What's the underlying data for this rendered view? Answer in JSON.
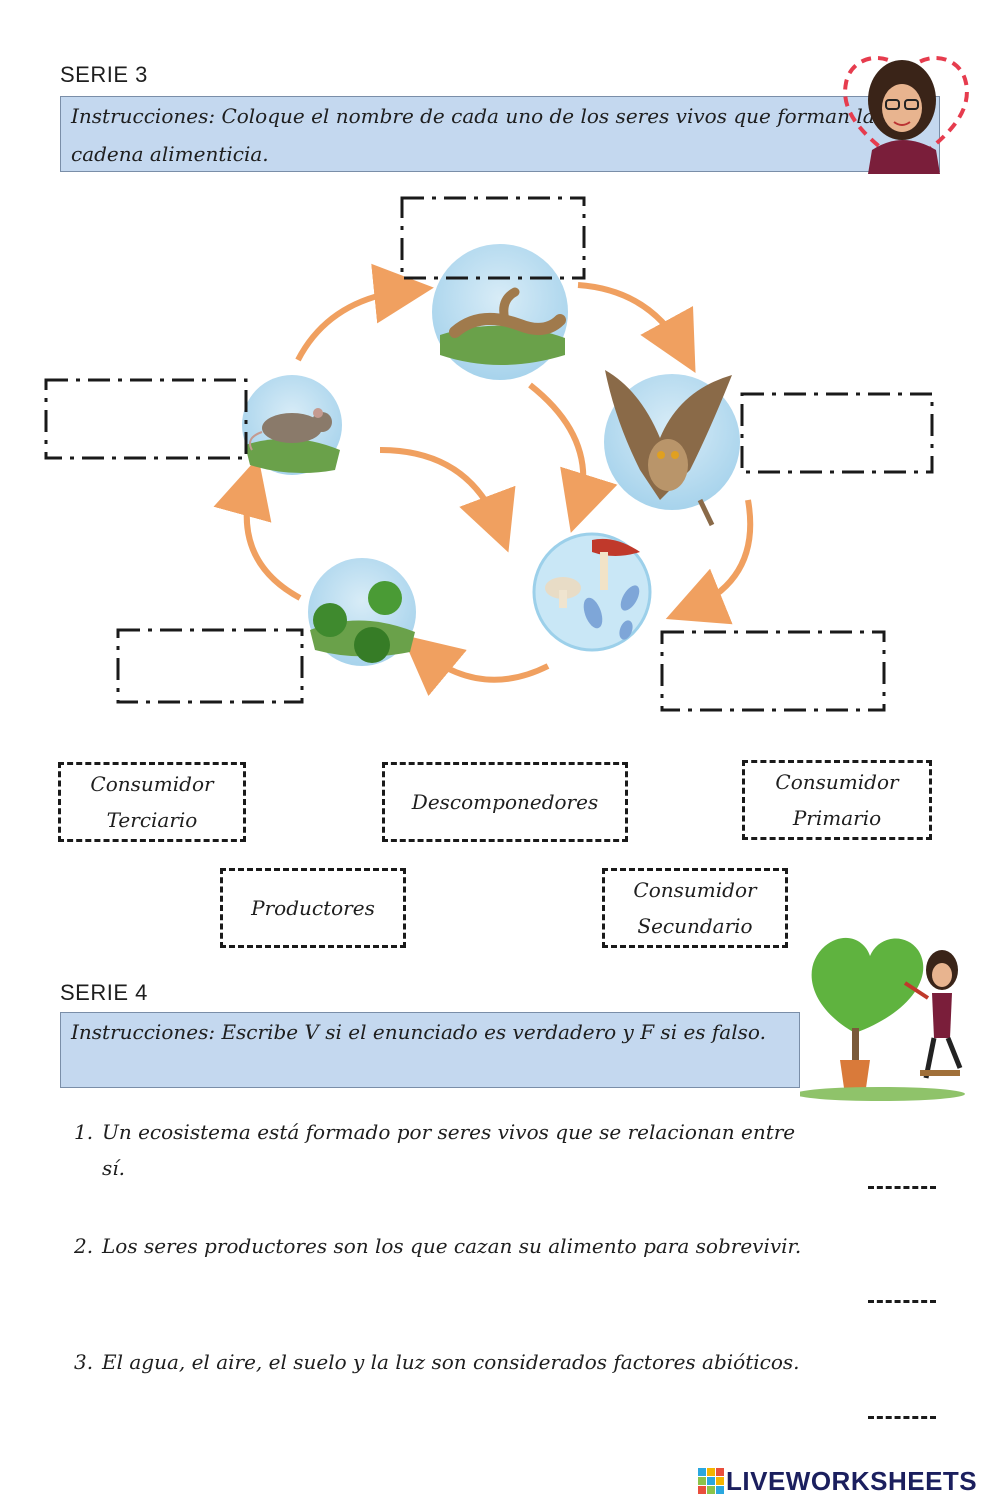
{
  "serie3": {
    "label": "SERIE 3",
    "instructions": "Instrucciones: Coloque el nombre de cada uno de los seres vivos que forman la cadena alimenticia."
  },
  "word_bank": [
    {
      "line1": "Consumidor",
      "line2": "Terciario"
    },
    {
      "line1": "Descomponedores",
      "line2": ""
    },
    {
      "line1": "Consumidor",
      "line2": "Primario"
    },
    {
      "line1": "Productores",
      "line2": ""
    },
    {
      "line1": "Consumidor",
      "line2": "Secundario"
    }
  ],
  "serie4": {
    "label": "SERIE 4",
    "instructions": "Instrucciones: Escribe V si el enunciado es verdadero y F si es falso.",
    "questions": [
      {
        "num": "1.",
        "text": "Un ecosistema está formado por seres vivos que se relacionan entre sí."
      },
      {
        "num": "2.",
        "text": "Los seres productores son los que cazan su alimento para sobrevivir."
      },
      {
        "num": "3.",
        "text": "El agua, el aire, el suelo y la luz son considerados factores abióticos."
      }
    ]
  },
  "brand": {
    "text": "LIVEWORKSHEETS"
  },
  "colors": {
    "instruction_bg": "#c4d8ef",
    "arrow": "#f0a060",
    "brand": "#1b1f5e"
  }
}
